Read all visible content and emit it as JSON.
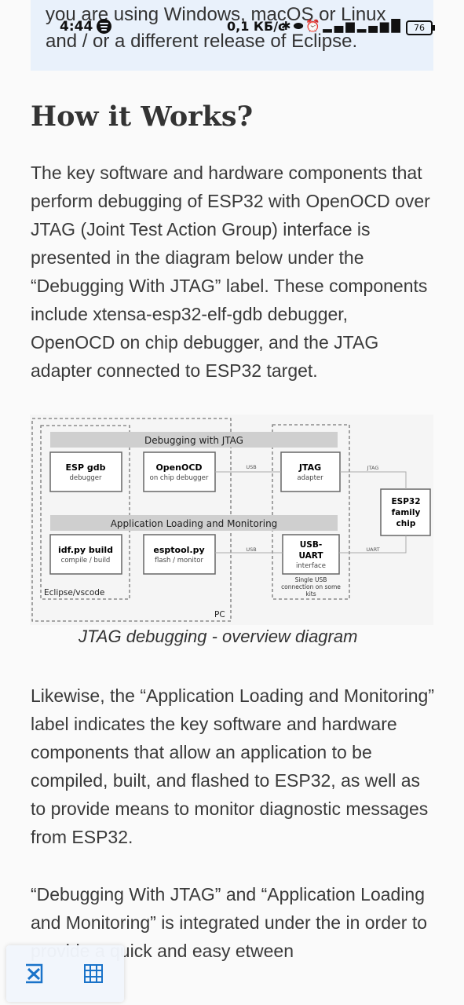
{
  "status_bar": {
    "time": "4:44",
    "speed": "0,1 КБ/с",
    "battery": "76",
    "icons": [
      "spotify-icon",
      "bluetooth-icon",
      "toggle-icon",
      "alarm-icon",
      "signal-r-icon",
      "signal-lte-icon"
    ]
  },
  "note": {
    "text": "you are using Windows, macOS or Linux and / or a different release of Eclipse."
  },
  "section": {
    "heading": "How it Works?",
    "paragraph1": "The key software and hardware components that perform debugging of ESP32 with OpenOCD over JTAG (Joint Test Action Group) interface is presented in the diagram below under the “Debugging With JTAG” label. These components include xtensa-esp32-elf-gdb debugger, OpenOCD on chip debugger, and the JTAG adapter connected to ESP32 target.",
    "paragraph2": "Likewise, the “Application Loading and Monitoring” label indicates the key software and hardware components that allow an application to be compiled, built, and flashed to ESP32, as well as to provide means to monitor diagnostic messages from ESP32.",
    "paragraph3": "“Debugging With JTAG” and “Application Loading and Monitoring” is integrated under the                   in order to provide a quick and easy                etween"
  },
  "diagram": {
    "debug_band": "Debugging with JTAG",
    "app_band": "Application Loading and Monitoring",
    "gdb_title": "ESP gdb",
    "gdb_sub": "debugger",
    "openocd_title": "OpenOCD",
    "openocd_sub": "on chip debugger",
    "jtag_title": "JTAG",
    "jtag_sub": "adapter",
    "idf_title": "idf.py build",
    "idf_sub": "compile / build",
    "esptool_title": "esptool.py",
    "esptool_sub": "flash / monitor",
    "usbuart_title1": "USB-",
    "usbuart_title2": "UART",
    "usbuart_sub": "interface",
    "single_usb_1": "Single USB",
    "single_usb_2": "connection on some",
    "single_usb_3": "kits",
    "chip_1": "ESP32",
    "chip_2": "family",
    "chip_3": "chip",
    "usb_label_top": "USB",
    "usb_label_bottom": "USB",
    "jtag_link_label": "JTAG",
    "uart_link_label": "UART",
    "eclipse_label": "Eclipse/vscode",
    "pc_label": "PC",
    "caption": "JTAG debugging - overview diagram"
  },
  "float_toolbar": {
    "left_icon": "close-box-icon",
    "right_icon": "grid-icon"
  },
  "colors": {
    "note_bg": "#e9f1fb",
    "page_bg": "#fafafa",
    "text": "#333333",
    "accent_blue": "#1a73c9"
  }
}
